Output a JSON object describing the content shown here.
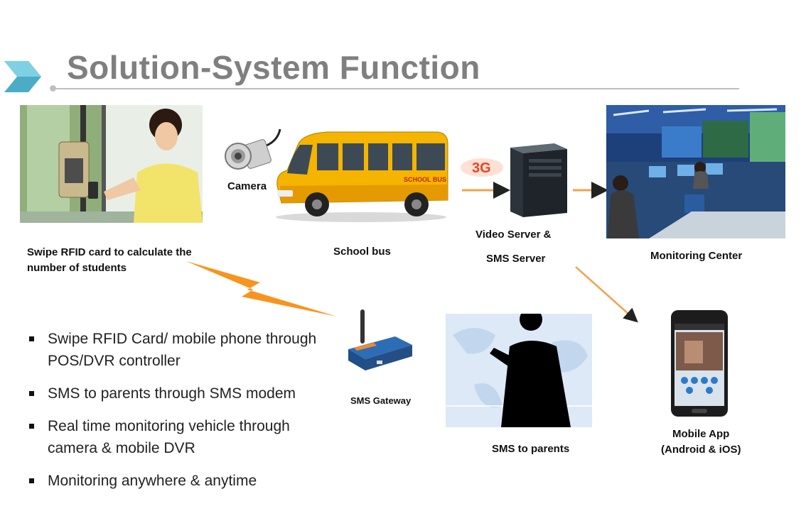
{
  "header": {
    "title": "Solution-System Function",
    "icon": "chevron-right-icon"
  },
  "nodes": {
    "rfid": {
      "label": "Swipe RFID card to calculate the\nnumber of students"
    },
    "camera": {
      "label": "Camera"
    },
    "bus": {
      "label": "School bus",
      "sign": "SCHOOL BUS"
    },
    "network": {
      "label": "3G"
    },
    "server": {
      "label_line1": "Video Server &",
      "label_line2": "SMS Server"
    },
    "monitoring": {
      "label": "Monitoring Center"
    },
    "gateway": {
      "label": "SMS Gateway"
    },
    "parents": {
      "label": "SMS to parents"
    },
    "mobile": {
      "label_line1": "Mobile App",
      "label_line2": "(Android & iOS)"
    }
  },
  "bullets": [
    "Swipe RFID Card/ mobile phone through POS/DVR controller",
    "SMS to parents through SMS modem",
    "Real time monitoring vehicle through camera & mobile DVR",
    "Monitoring anywhere & anytime"
  ],
  "colors": {
    "title": "#7f7f7f",
    "accent_chevron": "#4bacc6",
    "arrow": "#f5a04a",
    "lightning": "#f7941d",
    "bus_yellow": "#f4b400",
    "network_red": "#e2452a"
  }
}
